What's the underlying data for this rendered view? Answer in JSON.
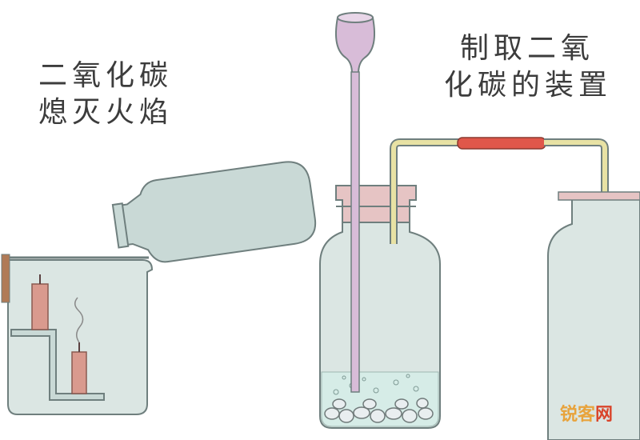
{
  "left_caption": {
    "line1": "二氧化碳",
    "line2": "熄灭火焰"
  },
  "right_caption": {
    "line1": "制取二氧",
    "line2": "化碳的装置"
  },
  "watermark": {
    "part1": "锐客",
    "part2": "网"
  },
  "colors": {
    "glass": "#c9d9d6",
    "glass_edge": "#6f7f7e",
    "stopper": "#e6c4c4",
    "tube": "#e8e2a4",
    "rubber_joint": "#e0574a",
    "candle": "#d99a8e",
    "funnel": "#d8bcd8",
    "liquid": "#d6ece7"
  }
}
